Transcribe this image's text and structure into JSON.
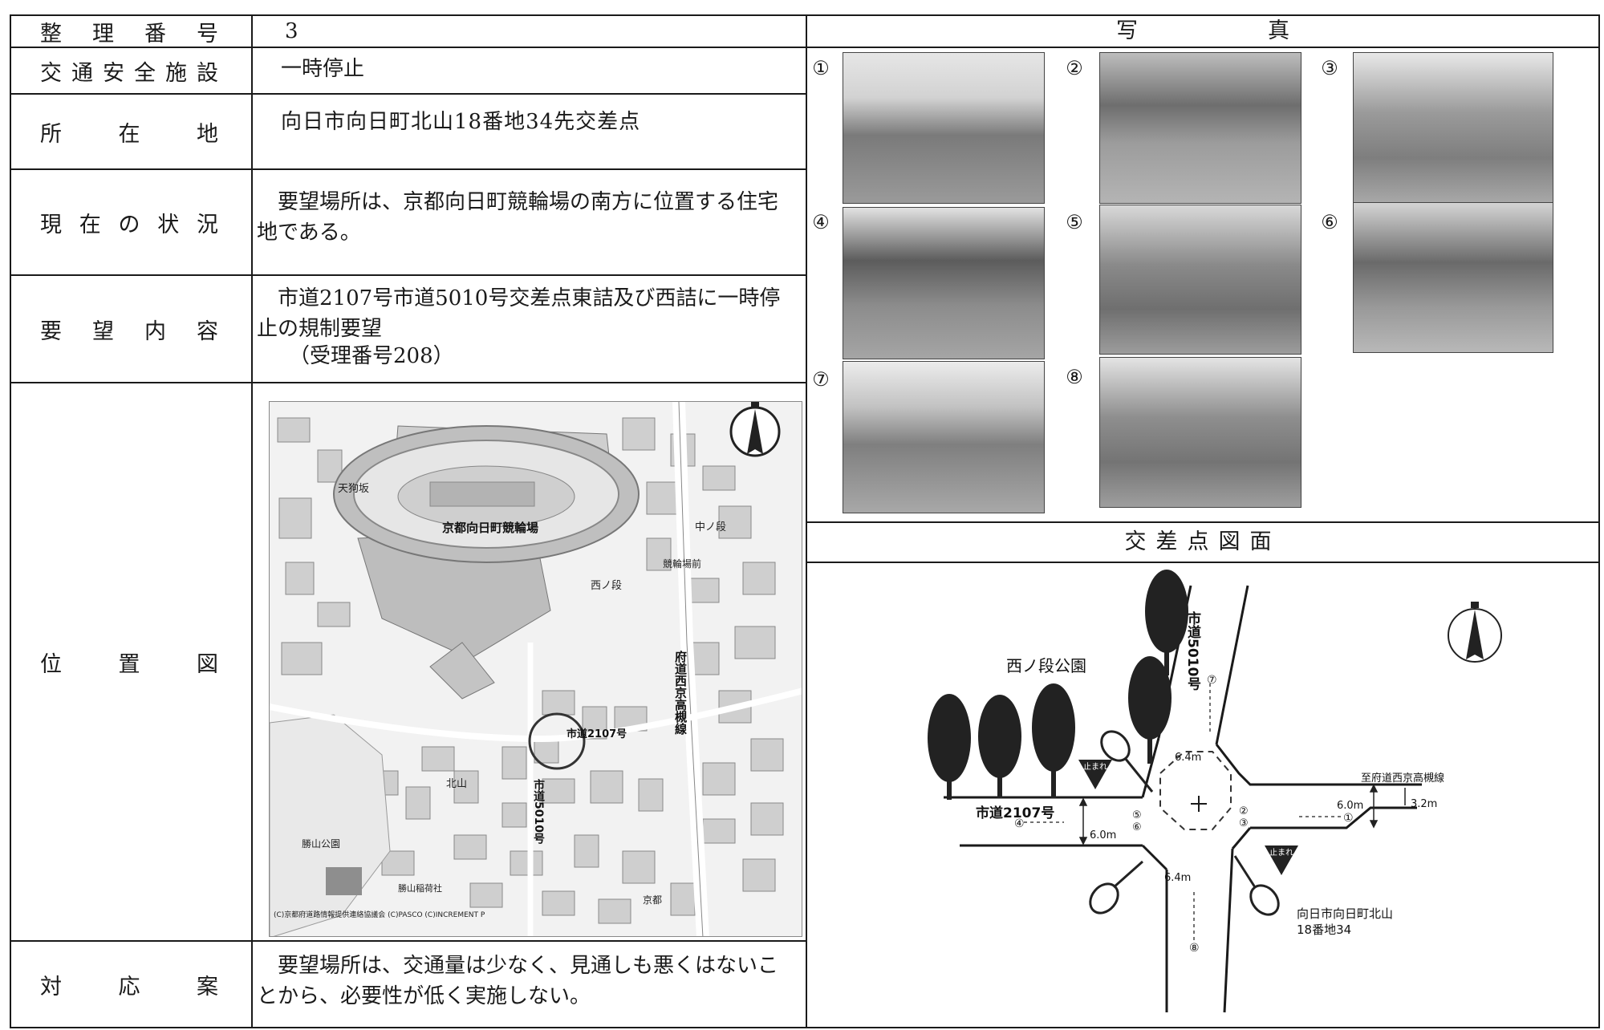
{
  "fields": [
    {
      "label": "整理番号",
      "value": "3"
    },
    {
      "label": "交通安全施設",
      "value": "一時停止"
    },
    {
      "label": "所在地",
      "value": "向日市向日町北山18番地34先交差点"
    },
    {
      "label": "現在の状況",
      "value": "　要望場所は、京都向日町競輪場の南方に位置する住宅地である。"
    },
    {
      "label": "要望内容",
      "value": "　市道2107号市道5010号交差点東詰及び西詰に一時停止の規制要望",
      "value2": "（受理番号208）"
    },
    {
      "label": "位置図"
    },
    {
      "label": "対応案",
      "value": "　要望場所は、交通量は少なく、見通しも悪くはないことから、必要性が低く実施しない。"
    }
  ],
  "photos_header": "写　　　　　　真",
  "photo_numbers": [
    "①",
    "②",
    "③",
    "④",
    "⑤",
    "⑥",
    "⑦",
    "⑧"
  ],
  "diagram_header": "交差点図面",
  "map": {
    "labels": {
      "keirin": "京都向日町競輪場",
      "tenguzaka": "天狗坂",
      "nakanodan": "中ノ段",
      "nishinodan": "西ノ段",
      "station": "競輪場前",
      "kyoto_road": "府道西京高槻線",
      "road2107": "市道2107号",
      "road5010": "市道5010号",
      "kitayama": "北山",
      "park": "勝山公園",
      "shrine": "勝山稲荷社",
      "copyright": "(C)京都府道路情報提供連絡協議会 (C)PASCO (C)INCREMENT P",
      "kyoto": "京都"
    }
  },
  "diagram": {
    "park": "西ノ段公園",
    "road5010": "市道5010号",
    "road2107": "市道2107号",
    "to_route": "至府道西京高槻線",
    "address1": "向日市向日町北山",
    "address2": "18番地34",
    "w_top": "6.4m",
    "w_bottom": "6.4m",
    "w_left": "6.0m",
    "w_right": "6.0m",
    "w_far_right": "3.2m",
    "stop_sign": "止まれ",
    "n_left": "④",
    "n_right": "①",
    "n_top": "⑦",
    "n_bottom": "⑧",
    "n_ne": "②",
    "n_e": "③",
    "n_w": "⑤",
    "n_sw": "⑥"
  }
}
